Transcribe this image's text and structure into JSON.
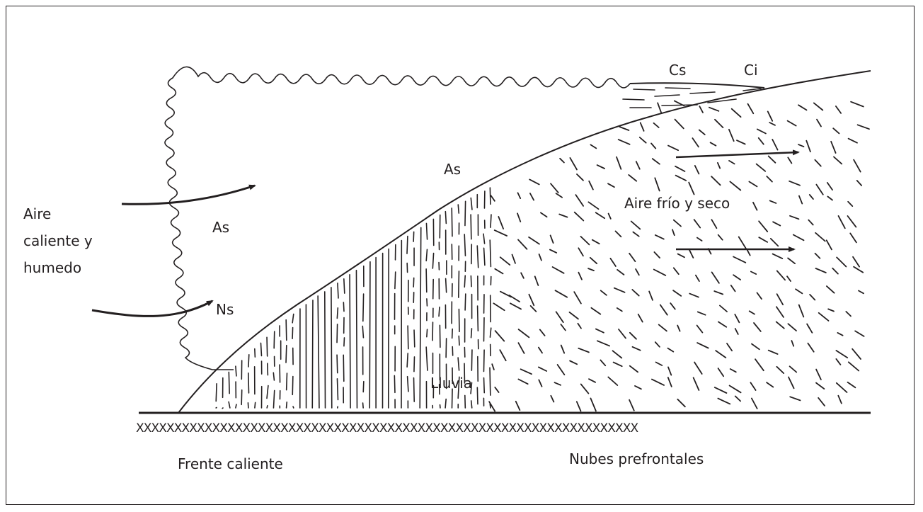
{
  "labels": {
    "warm_air": [
      "Aire",
      "caliente y",
      "humedo"
    ],
    "altostratus_warm": "As",
    "nimbostratus": "Ns",
    "altostratus_slope": "As",
    "cirrostratus": "Cs",
    "cirrus": "Ci",
    "cold_air": "Aire frío y seco",
    "rain": "Lluvia",
    "warm_front": "Frente caliente",
    "prefrontal_clouds": "Nubes prefrontales",
    "front_symbol": "XXXXXXXXXXXXXXXXXXXXXXXXXXXXXXXXXXXXXXXXXXXXXXXXXXXXXXXXXXXXXXXXXX"
  },
  "colors": {
    "ink": "#231f20",
    "background": "#ffffff"
  }
}
